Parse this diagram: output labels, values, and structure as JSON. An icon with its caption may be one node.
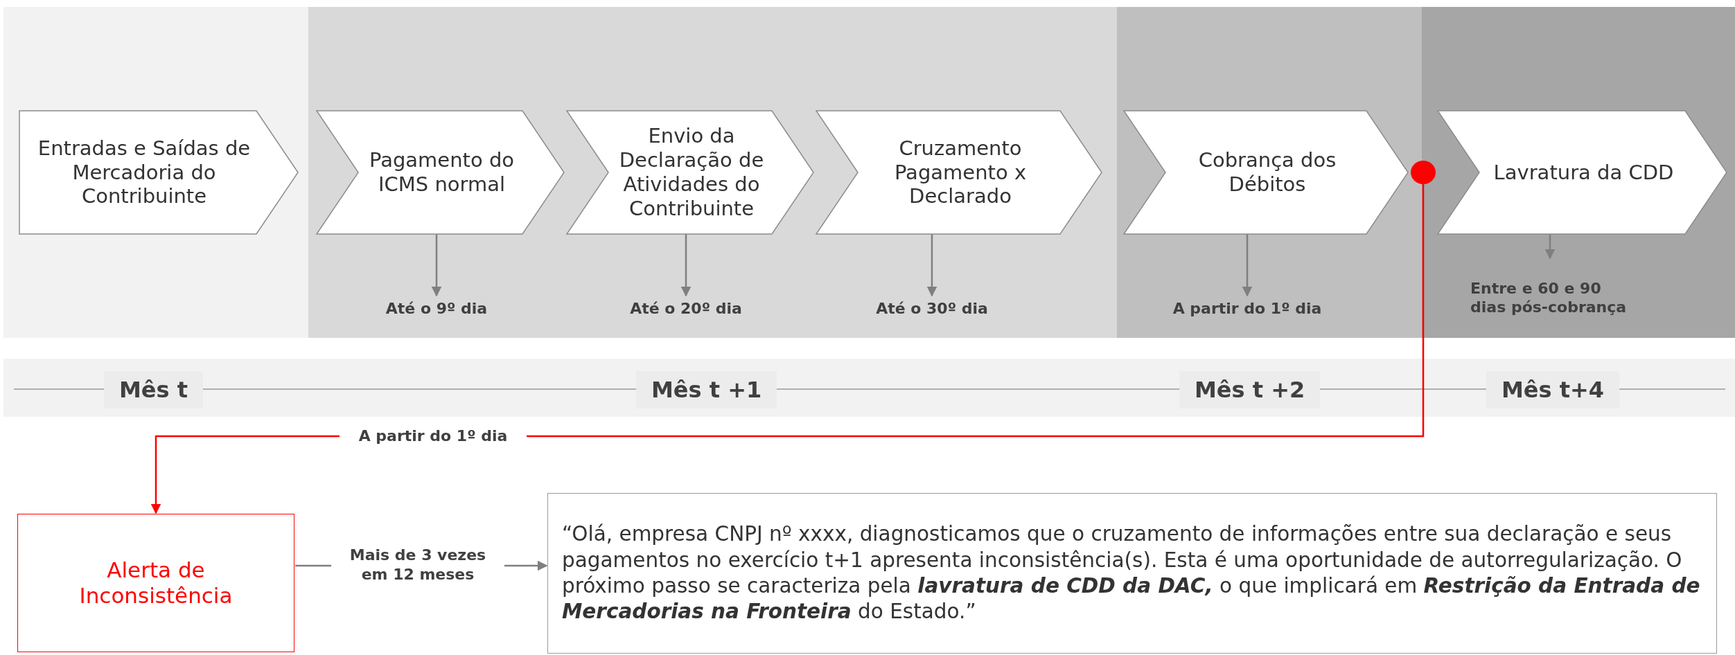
{
  "diagram": {
    "nodes": [
      {
        "text": [
          "Entradas e Saídas de Mercadoria do Contribuinte"
        ]
      },
      {
        "text": [
          "Pagamento do ICMS normal"
        ]
      },
      {
        "text": [
          "Envio da Declaração de Atividades do Contribuinte"
        ]
      },
      {
        "text": [
          "Cruzamento Pagamento x Declarado"
        ]
      },
      {
        "text": [
          "Cobrança dos Débitos"
        ]
      },
      {
        "text": [
          "Lavratura da CDD"
        ]
      },
      {
        "text": [
          "Até o 9º dia"
        ]
      },
      {
        "text": [
          "Até o 20º dia"
        ]
      },
      {
        "text": [
          "Até o 30º dia"
        ]
      },
      {
        "text": [
          "A partir do 1º dia"
        ]
      },
      {
        "text": [
          "Entre e 60 e 90 dias pós-cobrança"
        ]
      },
      {
        "text": [],
        "shape": "circle"
      },
      {
        "text": [
          "Alerta de Inconsistência"
        ]
      },
      {
        "text": [
          "“Olá, empresa CNPJ nº xxxx, diagnosticamos que o cruzamento de informações entre sua declaração e seus pagamentos no exercício t+1 apresenta inconsistência(s). Esta é uma oportunidade de autorregularização. O próximo passo se caracteriza pela **lavratura de CDD da DAC,** o que implicará em **Restrição da Entrada de Mercadorias na Fronteira** do Estado.”"
        ]
      }
    ],
    "edges": [
      {
        "from": 1,
        "to": 6,
        "arrow": "to"
      },
      {
        "from": 2,
        "to": 7,
        "arrow": "to"
      },
      {
        "from": 3,
        "to": 8,
        "arrow": "to"
      },
      {
        "from": 4,
        "to": 9,
        "arrow": "to"
      },
      {
        "from": 5,
        "to": 10,
        "arrow": "to"
      },
      {
        "from": 11,
        "to": 12,
        "arrow": "to",
        "label": "A partir do 1º dia",
        "color": "#ff0000"
      },
      {
        "from": 12,
        "to": 13,
        "arrow": "to",
        "label": "Mais de 3 vezes em 12 meses"
      }
    ],
    "labels": [
      "Mês t",
      "Mês t +1",
      "Mês t +2",
      "Mês t+4"
    ]
  }
}
